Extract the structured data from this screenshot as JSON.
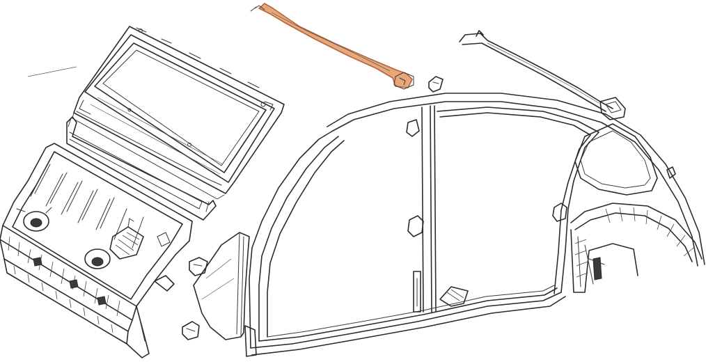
{
  "diagram": {
    "highlight_color": "#e8a77a",
    "highlight_stroke": "#b5653a",
    "line_color": "#2b2b2b",
    "parts": [
      {
        "name": "roof-rail-highlighted",
        "highlighted": true
      },
      {
        "name": "roof-rail-right",
        "highlighted": false
      },
      {
        "name": "rear-window-frame-panel",
        "highlighted": false
      },
      {
        "name": "rear-floor-panel",
        "highlighted": false
      },
      {
        "name": "rear-crossmember-strip",
        "highlighted": false
      },
      {
        "name": "body-side-panel",
        "highlighted": false
      },
      {
        "name": "front-quarter-panel",
        "highlighted": false
      },
      {
        "name": "small-bracket",
        "highlighted": false
      }
    ]
  }
}
